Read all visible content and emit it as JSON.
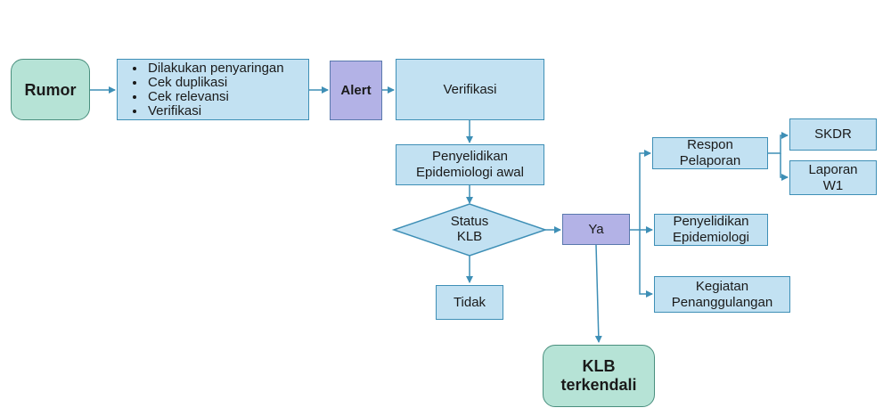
{
  "rumor": "Rumor",
  "filter_steps": [
    "Dilakukan penyaringan",
    "Cek duplikasi",
    "Cek relevansi",
    "Verifikasi"
  ],
  "alert": "Alert",
  "verifikasi": "Verifikasi",
  "penyelidikan_awal": "Penyelidikan\nEpidemiologi awal",
  "status_klb": "Status\nKLB",
  "tidak": "Tidak",
  "ya": "Ya",
  "respon_pelaporan": "Respon\nPelaporan",
  "skdr": "SKDR",
  "laporan_w1": "Laporan\nW1",
  "penyelidikan_epidemiologi": "Penyelidikan\nEpidemiologi",
  "kegiatan_penanggulangan": "Kegiatan\nPenanggulangan",
  "klb_terkendali": "KLB\nterkendali",
  "colors": {
    "box_fill": "#c2e1f2",
    "box_stroke": "#3e8fb6",
    "terminal_fill": "#b6e3d6",
    "highlight_fill": "#b3b2e6",
    "connector": "#3e8fb6"
  }
}
